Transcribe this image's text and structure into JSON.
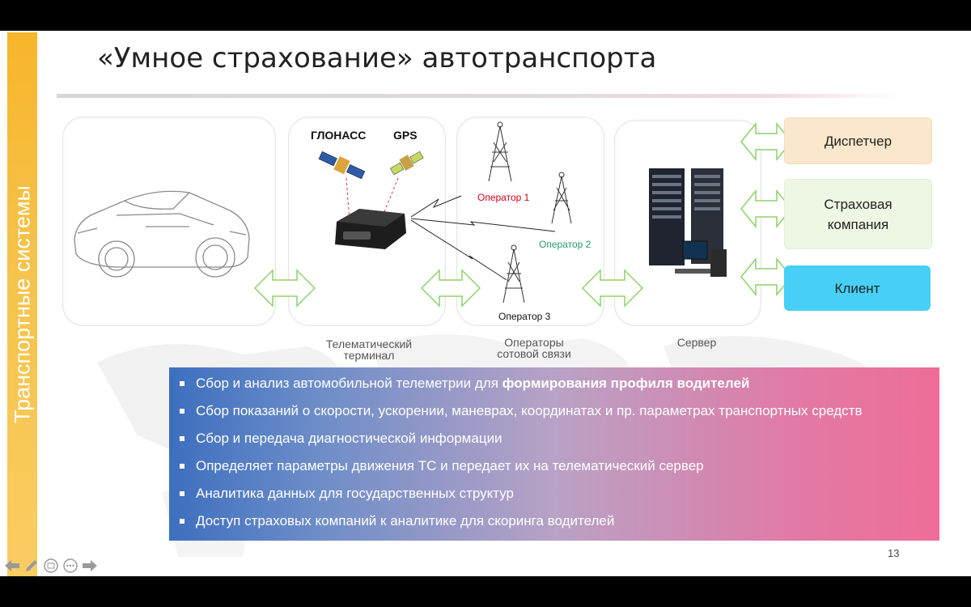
{
  "sidebar": {
    "label": "Транспортные системы"
  },
  "title": "«Умное страхование» автотранспорта",
  "terminal": {
    "glonass": "ГЛОНАСС",
    "gps": "GPS",
    "caption_line1": "Телематический",
    "caption_line2": "терминал"
  },
  "operators": {
    "op1": "Оператор 1",
    "op2": "Оператор 2",
    "op3": "Оператор 3",
    "caption_line1": "Операторы",
    "caption_line2": "сотовой связи"
  },
  "server": {
    "caption": "Сервер"
  },
  "recipients": {
    "dispatcher": "Диспетчер",
    "insurance_line1": "Страховая",
    "insurance_line2": "компания",
    "client": "Клиент"
  },
  "info_items": [
    {
      "text": "Сбор и анализ автомобильной телеметрии для ",
      "bold": "формирования профиля водителей"
    },
    {
      "text": "Сбор показаний о скорости, ускорении, маневрах, координатах и пр. параметрах транспортных средств"
    },
    {
      "text": "Сбор и передача диагностической информации"
    },
    {
      "text": "Определяет параметры движения ТС и передает их на телематический сервер"
    },
    {
      "text": "Аналитика данных для государственных структур"
    },
    {
      "text": "Доступ страховых компаний к аналитике для скоринга водителей"
    }
  ],
  "page_number": "13",
  "colors": {
    "sidebar": "#f6bf3e",
    "dispatcher_bg": "#fbe8cc",
    "insurance_bg": "#eef6e4",
    "client_bg": "#46d0f6",
    "operator1": "#d0021b",
    "operator2": "#2a9a6a",
    "arrow_stroke": "#8fd16a"
  },
  "toolbar_icons": [
    "arrow-left-icon",
    "pen-icon",
    "slides-icon",
    "more-icon",
    "arrow-right-icon"
  ]
}
